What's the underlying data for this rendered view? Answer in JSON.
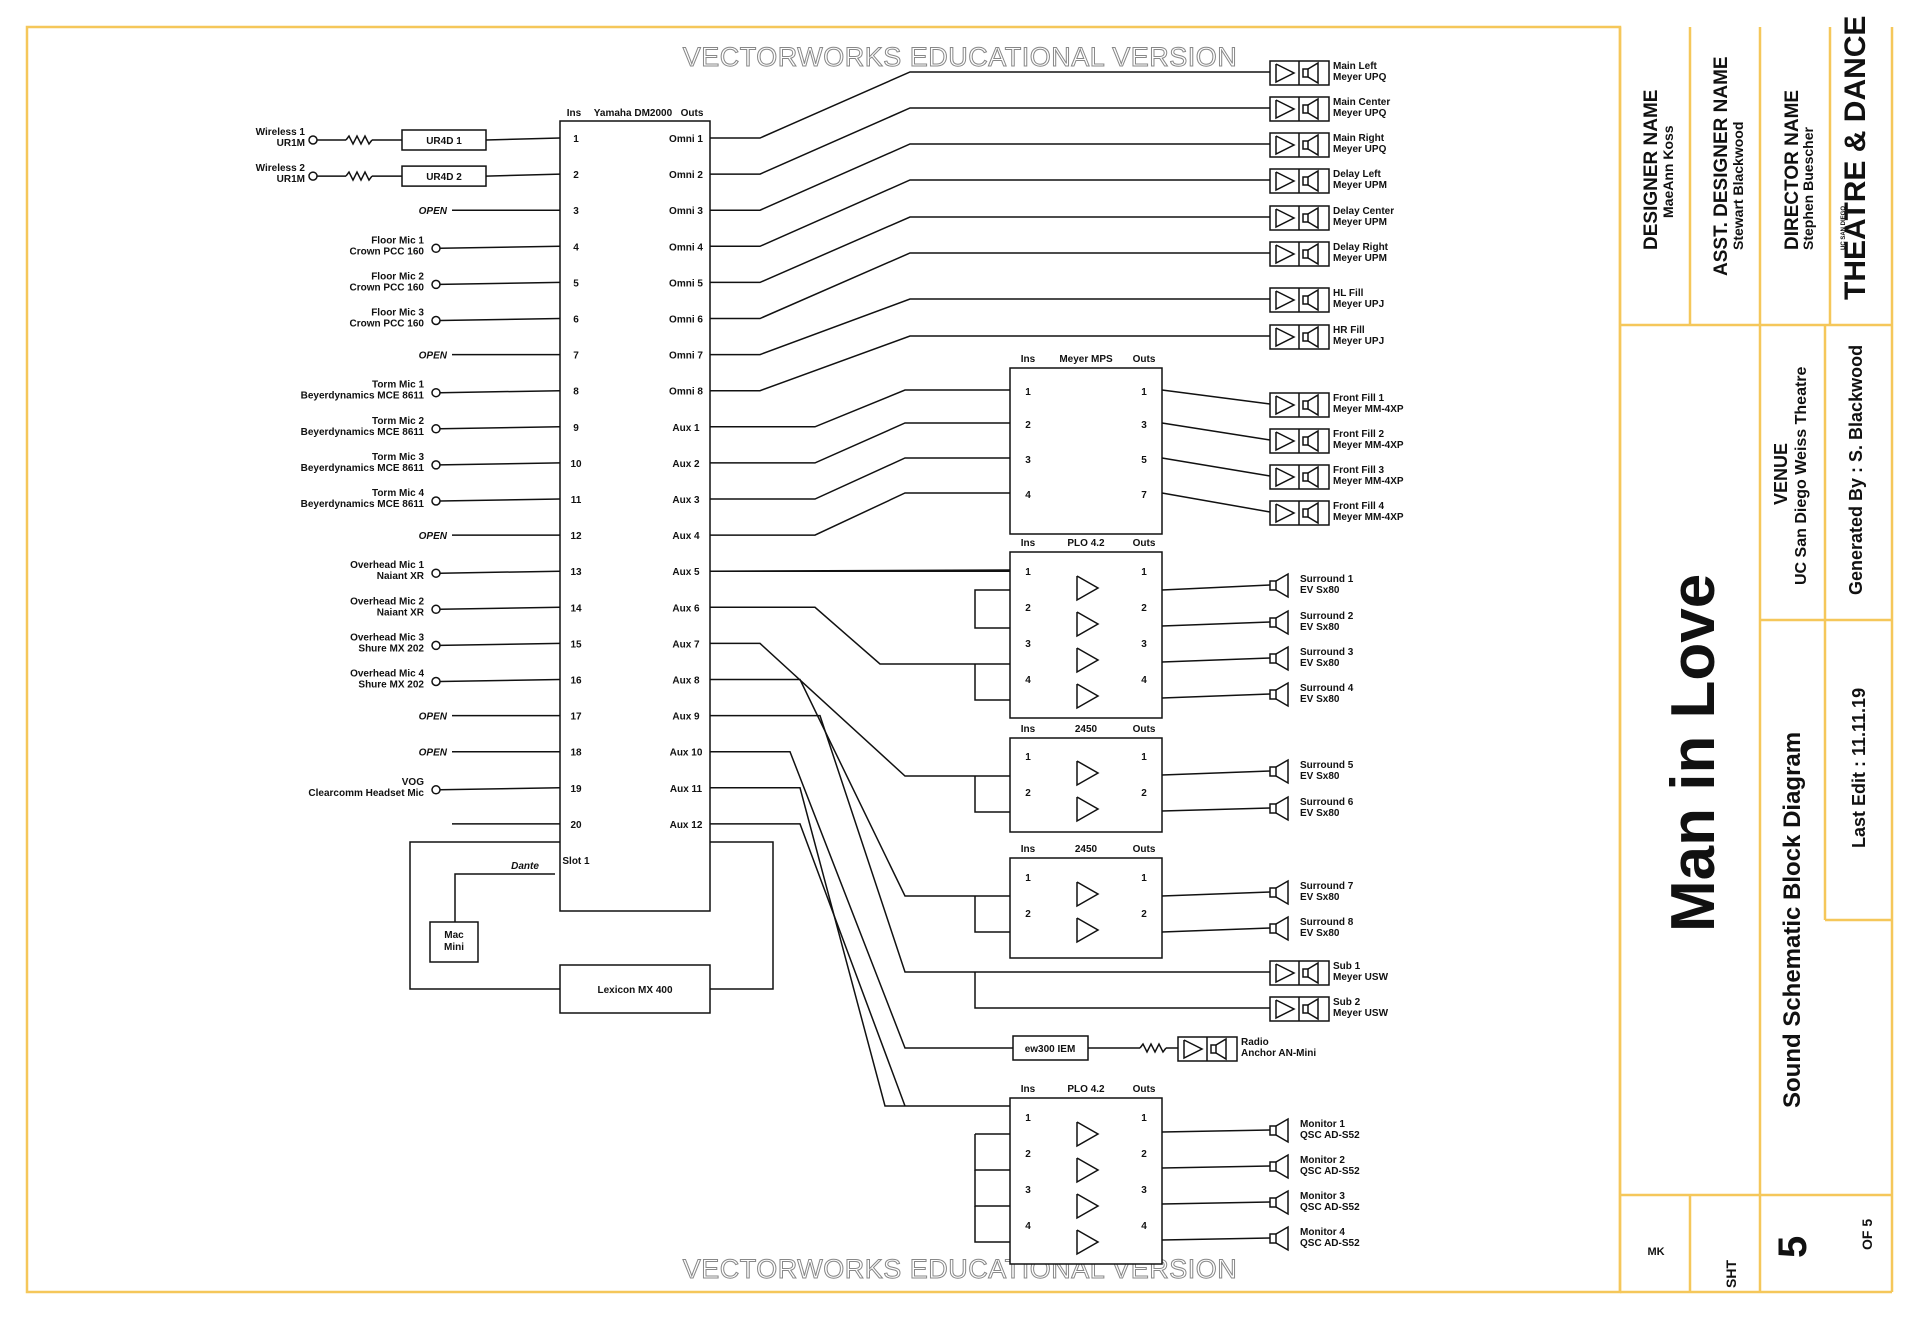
{
  "watermark": "VECTORWORKS EDUCATIONAL VERSION",
  "colors": {
    "border": "#f5c75a",
    "ink": "#111111",
    "watermark_outline": "#888888"
  },
  "console": {
    "name": "Yamaha DM2000",
    "ins_label": "Ins",
    "outs_label": "Outs",
    "inputs": [
      "1",
      "2",
      "3",
      "4",
      "5",
      "6",
      "7",
      "8",
      "9",
      "10",
      "11",
      "12",
      "13",
      "14",
      "15",
      "16",
      "17",
      "18",
      "19",
      "20",
      "Slot 1"
    ],
    "outputs": [
      "Omni 1",
      "Omni 2",
      "Omni 3",
      "Omni 4",
      "Omni 5",
      "Omni 6",
      "Omni 7",
      "Omni 8",
      "Aux 1",
      "Aux 2",
      "Aux 3",
      "Aux 4",
      "Aux 5",
      "Aux 6",
      "Aux 7",
      "Aux 8",
      "Aux 9",
      "Aux 10",
      "Aux 11",
      "Aux 12"
    ]
  },
  "receivers": [
    {
      "name": "UR4D 1"
    },
    {
      "name": "UR4D 2"
    }
  ],
  "sources": [
    {
      "ch": 1,
      "l1": "Wireless 1",
      "l2": "UR1M",
      "kind": "wireless"
    },
    {
      "ch": 2,
      "l1": "Wireless 2",
      "l2": "UR1M",
      "kind": "wireless"
    },
    {
      "ch": 3,
      "l1": "OPEN",
      "l2": "",
      "kind": "open"
    },
    {
      "ch": 4,
      "l1": "Floor Mic 1",
      "l2": "Crown PCC 160",
      "kind": "mic"
    },
    {
      "ch": 5,
      "l1": "Floor Mic 2",
      "l2": "Crown PCC 160",
      "kind": "mic"
    },
    {
      "ch": 6,
      "l1": "Floor Mic 3",
      "l2": "Crown PCC 160",
      "kind": "mic"
    },
    {
      "ch": 7,
      "l1": "OPEN",
      "l2": "",
      "kind": "open"
    },
    {
      "ch": 8,
      "l1": "Torm Mic 1",
      "l2": "Beyerdynamics MCE 8611",
      "kind": "mic"
    },
    {
      "ch": 9,
      "l1": "Torm Mic 2",
      "l2": "Beyerdynamics MCE 8611",
      "kind": "mic"
    },
    {
      "ch": 10,
      "l1": "Torm Mic 3",
      "l2": "Beyerdynamics MCE 8611",
      "kind": "mic"
    },
    {
      "ch": 11,
      "l1": "Torm Mic 4",
      "l2": "Beyerdynamics MCE 8611",
      "kind": "mic"
    },
    {
      "ch": 12,
      "l1": "OPEN",
      "l2": "",
      "kind": "open"
    },
    {
      "ch": 13,
      "l1": "Overhead Mic 1",
      "l2": "Naiant XR",
      "kind": "mic"
    },
    {
      "ch": 14,
      "l1": "Overhead Mic 2",
      "l2": "Naiant XR",
      "kind": "mic"
    },
    {
      "ch": 15,
      "l1": "Overhead Mic 3",
      "l2": "Shure MX 202",
      "kind": "mic"
    },
    {
      "ch": 16,
      "l1": "Overhead Mic 4",
      "l2": "Shure MX 202",
      "kind": "mic"
    },
    {
      "ch": 17,
      "l1": "OPEN",
      "l2": "",
      "kind": "open"
    },
    {
      "ch": 18,
      "l1": "OPEN",
      "l2": "",
      "kind": "open"
    },
    {
      "ch": 19,
      "l1": "VOG",
      "l2": "Clearcomm Headset Mic",
      "kind": "mic"
    },
    {
      "ch": 20,
      "l1": "",
      "l2": "",
      "kind": "none"
    }
  ],
  "mac_mini": "Mac\nMini",
  "dante_label": "Dante",
  "lexicon": "Lexicon MX 400",
  "processors": [
    {
      "name": "Meyer MPS",
      "ins": [
        "1",
        "2",
        "3",
        "4"
      ],
      "outs": [
        "1",
        "3",
        "5",
        "7"
      ],
      "amp": false
    },
    {
      "name": "PLO 4.2",
      "ins": [
        "1",
        "2",
        "3",
        "4"
      ],
      "outs": [
        "1",
        "2",
        "3",
        "4"
      ],
      "amp": true
    },
    {
      "name": "2450",
      "ins": [
        "1",
        "2"
      ],
      "outs": [
        "1",
        "2"
      ],
      "amp": true
    },
    {
      "name": "2450",
      "ins": [
        "1",
        "2"
      ],
      "outs": [
        "1",
        "2"
      ],
      "amp": true
    },
    {
      "name": "PLO 4.2",
      "ins": [
        "1",
        "2",
        "3",
        "4"
      ],
      "outs": [
        "1",
        "2",
        "3",
        "4"
      ],
      "amp": true
    }
  ],
  "ew300": "ew300 IEM",
  "speakers": [
    {
      "l1": "Main Left",
      "l2": "Meyer UPQ",
      "type": "box"
    },
    {
      "l1": "Main Center",
      "l2": "Meyer UPQ",
      "type": "box"
    },
    {
      "l1": "Main Right",
      "l2": "Meyer UPQ",
      "type": "box"
    },
    {
      "l1": "Delay Left",
      "l2": "Meyer UPM",
      "type": "box"
    },
    {
      "l1": "Delay Center",
      "l2": "Meyer UPM",
      "type": "box"
    },
    {
      "l1": "Delay Right",
      "l2": "Meyer UPM",
      "type": "box"
    },
    {
      "l1": "HL Fill",
      "l2": "Meyer UPJ",
      "type": "box"
    },
    {
      "l1": "HR Fill",
      "l2": "Meyer UPJ",
      "type": "box"
    },
    {
      "l1": "Front Fill 1",
      "l2": "Meyer MM-4XP",
      "type": "box"
    },
    {
      "l1": "Front Fill 2",
      "l2": "Meyer MM-4XP",
      "type": "box"
    },
    {
      "l1": "Front Fill 3",
      "l2": "Meyer MM-4XP",
      "type": "box"
    },
    {
      "l1": "Front Fill 4",
      "l2": "Meyer MM-4XP",
      "type": "box"
    },
    {
      "l1": "Surround 1",
      "l2": "EV Sx80",
      "type": "cone"
    },
    {
      "l1": "Surround 2",
      "l2": "EV Sx80",
      "type": "cone"
    },
    {
      "l1": "Surround 3",
      "l2": "EV Sx80",
      "type": "cone"
    },
    {
      "l1": "Surround 4",
      "l2": "EV Sx80",
      "type": "cone"
    },
    {
      "l1": "Surround 5",
      "l2": "EV Sx80",
      "type": "cone"
    },
    {
      "l1": "Surround 6",
      "l2": "EV Sx80",
      "type": "cone"
    },
    {
      "l1": "Surround 7",
      "l2": "EV Sx80",
      "type": "cone"
    },
    {
      "l1": "Surround 8",
      "l2": "EV Sx80",
      "type": "cone"
    },
    {
      "l1": "Sub 1",
      "l2": "Meyer USW",
      "type": "box"
    },
    {
      "l1": "Sub 2",
      "l2": "Meyer USW",
      "type": "box"
    },
    {
      "l1": "Radio",
      "l2": "Anchor AN-Mini",
      "type": "box"
    },
    {
      "l1": "Monitor 1",
      "l2": "QSC AD-S52",
      "type": "cone"
    },
    {
      "l1": "Monitor 2",
      "l2": "QSC AD-S52",
      "type": "cone"
    },
    {
      "l1": "Monitor 3",
      "l2": "QSC AD-S52",
      "type": "cone"
    },
    {
      "l1": "Monitor 4",
      "l2": "QSC AD-S52",
      "type": "cone"
    }
  ],
  "titleblock": {
    "designer_label": "DESIGNER NAME",
    "designer": "MaeAnn Koss",
    "asst_label": "ASST. DESIGNER NAME",
    "asst": "Stewart Blackwood",
    "director_label": "DIRECTOR NAME",
    "director": "Stephen Buescher",
    "logo": "THEATRE & DANCE",
    "logo_small": "UC SAN DIEGO",
    "show": "Man in Love",
    "venue_label": "VENUE",
    "venue": "UC San Diego Weiss Theatre",
    "generated": "Generated By : S. Blackwood",
    "sheet_title": "Sound Schematic Block Diagram",
    "last_edit": "Last Edit : 11.11.19",
    "sht_label": "SHT",
    "sht_num": "5",
    "of": "OF 5",
    "initials": "MK"
  }
}
